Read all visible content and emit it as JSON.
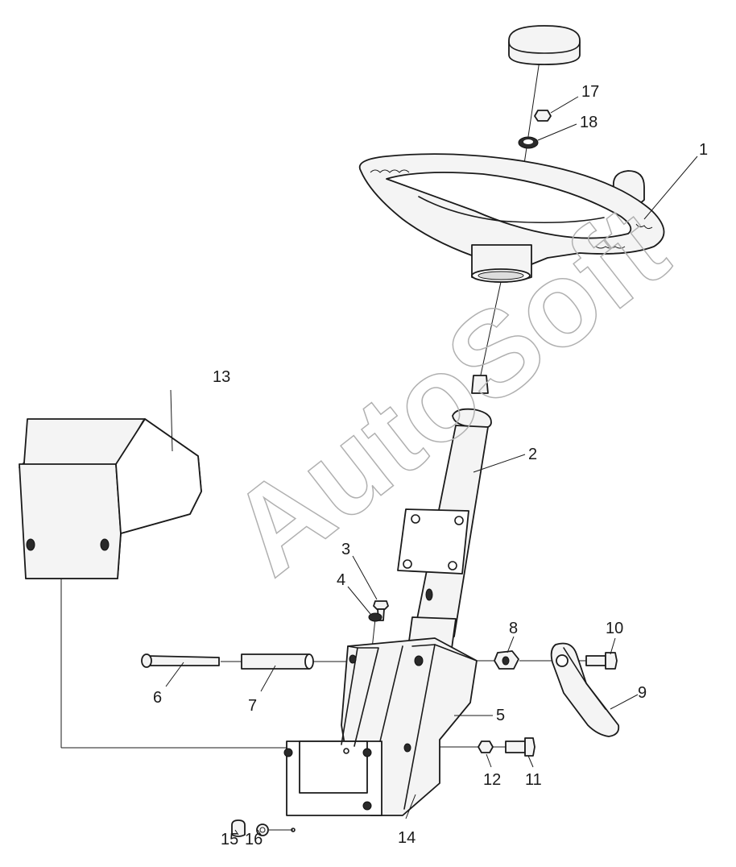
{
  "callouts": [
    {
      "id": "1",
      "label": "1"
    },
    {
      "id": "2",
      "label": "2"
    },
    {
      "id": "3",
      "label": "3"
    },
    {
      "id": "4",
      "label": "4"
    },
    {
      "id": "5",
      "label": "5"
    },
    {
      "id": "6",
      "label": "6"
    },
    {
      "id": "7",
      "label": "7"
    },
    {
      "id": "8",
      "label": "8"
    },
    {
      "id": "9",
      "label": "9"
    },
    {
      "id": "10",
      "label": "10"
    },
    {
      "id": "11",
      "label": "11"
    },
    {
      "id": "12",
      "label": "12"
    },
    {
      "id": "13",
      "label": "13"
    },
    {
      "id": "14",
      "label": "14"
    },
    {
      "id": "15",
      "label": "15"
    },
    {
      "id": "16",
      "label": "16"
    },
    {
      "id": "17",
      "label": "17"
    },
    {
      "id": "18",
      "label": "18"
    }
  ],
  "watermark": "AutoSoft"
}
